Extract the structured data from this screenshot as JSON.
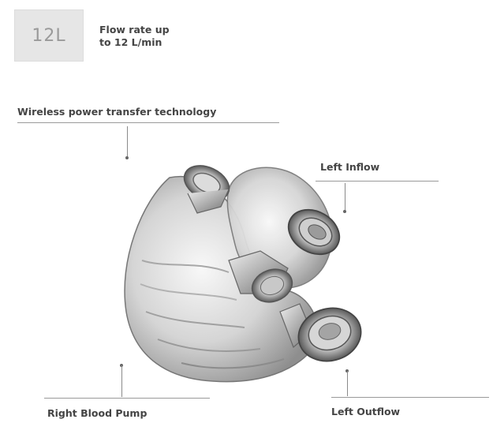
{
  "badge": {
    "value": "12L"
  },
  "flow_rate": {
    "line1": "Flow rate up",
    "line2": "to 12 L/min"
  },
  "labels": {
    "wireless": "Wireless power transfer technology",
    "left_inflow": "Left Inflow",
    "right_pump": "Right Blood Pump",
    "left_outflow": "Left Outflow"
  }
}
